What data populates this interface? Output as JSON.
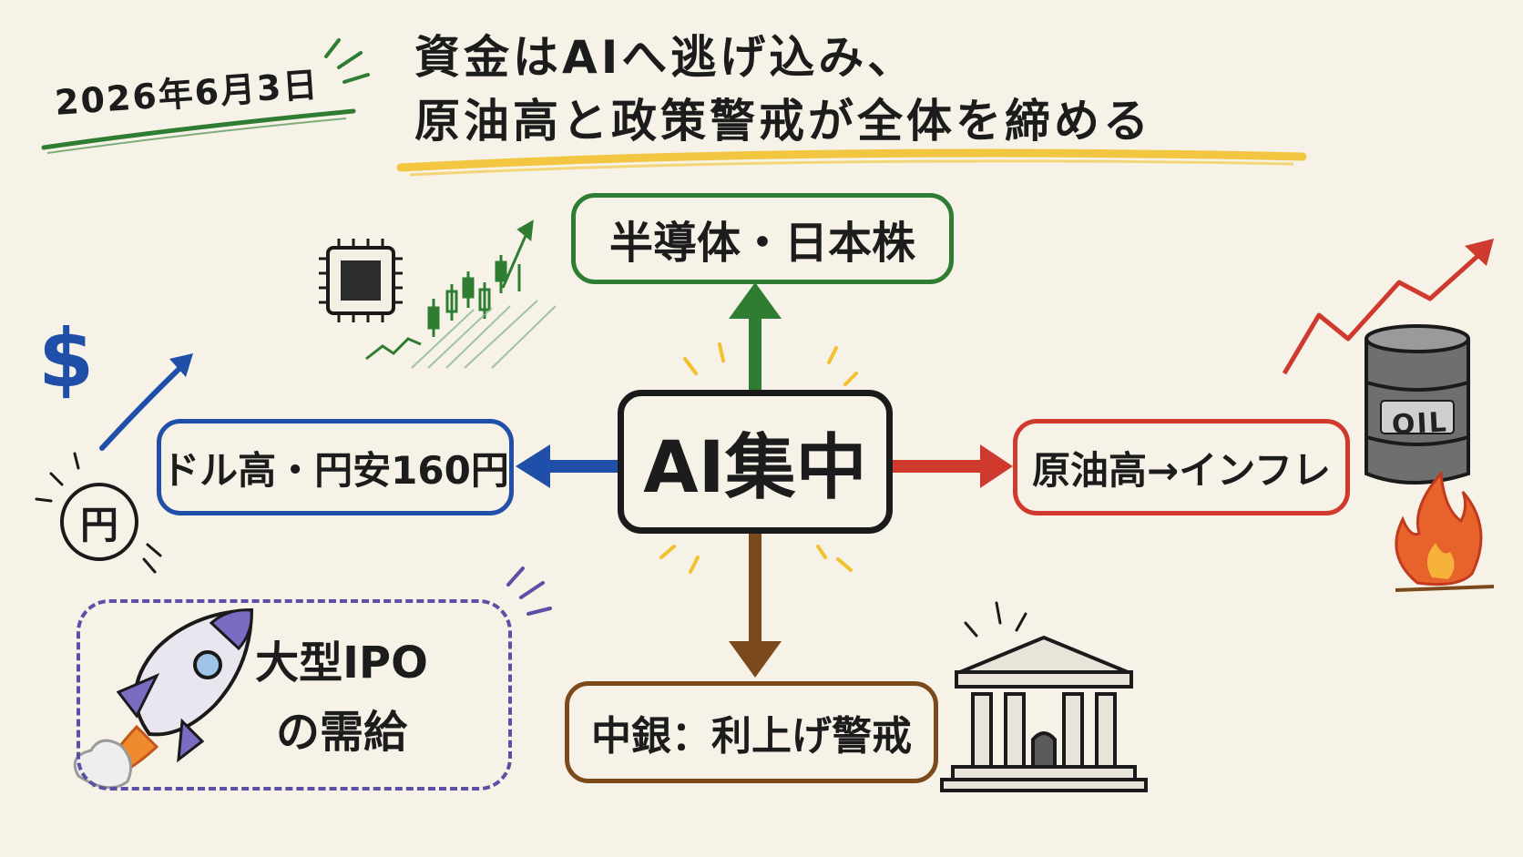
{
  "date": "2026年6月3日",
  "headline": {
    "line1": "資金はAIへ逃げ込み、",
    "line2": "原油高と政策警戒が全体を締める"
  },
  "nodes": {
    "center": "AI集中",
    "top": "半導体・日本株",
    "left": "ドル高・円安160円",
    "right": "原油高→インフレ",
    "bottom": "中銀：利上げ警戒",
    "ipo": {
      "line1": "大型IPO",
      "line2": "の需給"
    }
  },
  "icons": {
    "dollar": "$",
    "yen": "円",
    "oil_barrel": "OIL",
    "chip": "chip-icon",
    "candlestick": "candlestick-chart-icon",
    "rocket": "rocket-icon",
    "bank": "bank-icon",
    "fire": "fire-icon"
  },
  "colors": {
    "green": "#2e7d32",
    "blue": "#1f4fa8",
    "red": "#d03a2e",
    "brown": "#7a4a1c",
    "purple": "#5b4fa6",
    "yellow": "#f2c12e",
    "ink": "#1a1a1a"
  }
}
